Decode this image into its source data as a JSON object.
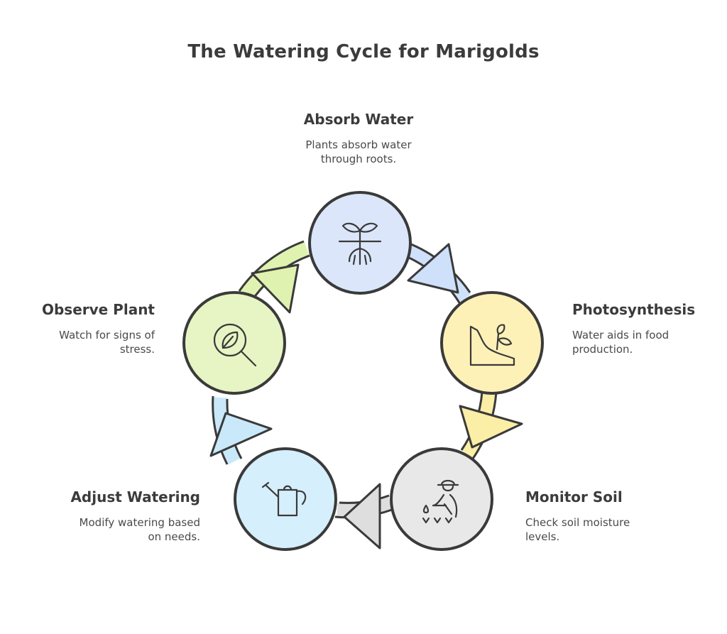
{
  "title": "The Watering Cycle for Marigolds",
  "steps": [
    {
      "name": "Absorb Water",
      "desc_lines": [
        "Plants absorb water",
        "through roots."
      ],
      "icon": "seedling-roots-icon",
      "fill": "#dbe6fb"
    },
    {
      "name": "Photosynthesis",
      "desc_lines": [
        "Water aids in food",
        "production."
      ],
      "icon": "plant-growth-icon",
      "fill": "#fdf1b8"
    },
    {
      "name": "Monitor Soil",
      "desc_lines": [
        "Check soil moisture",
        "levels."
      ],
      "icon": "gardener-planting-icon",
      "fill": "#e8e8e8"
    },
    {
      "name": "Adjust Watering",
      "desc_lines": [
        "Modify watering based",
        "on needs."
      ],
      "icon": "watering-can-icon",
      "fill": "#d5effc"
    },
    {
      "name": "Observe Plant",
      "desc_lines": [
        "Watch for signs of",
        "stress."
      ],
      "icon": "leaf-magnifier-icon",
      "fill": "#e6f5c3"
    }
  ],
  "colors": {
    "outline": "#3a3a3a",
    "arrow_blue": "#cfe0fa",
    "arrow_yellow": "#fbeea6",
    "arrow_gray": "#dedede",
    "arrow_lightblue": "#c9e9fb",
    "arrow_green": "#dff2b0"
  }
}
